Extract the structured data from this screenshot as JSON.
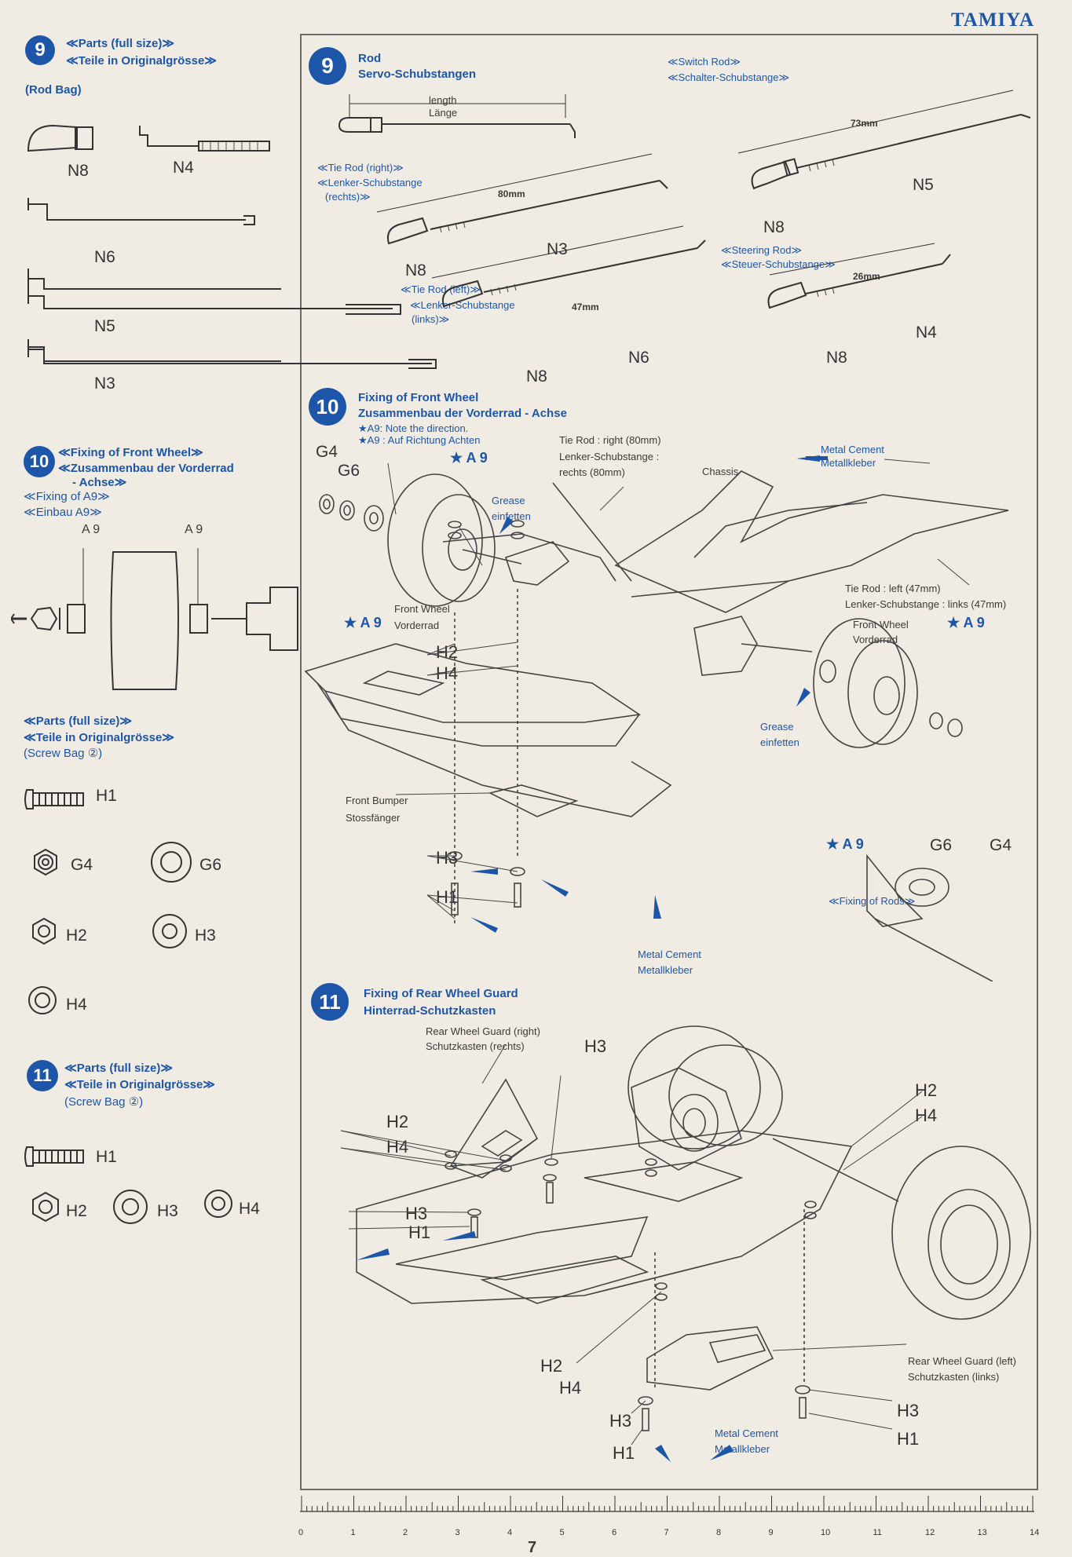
{
  "brand": "TAMIYA",
  "page_number": "7",
  "left": {
    "step9": {
      "badge": "9",
      "title_en": "≪Parts (full size)≫",
      "title_de": "≪Teile in Originalgrösse≫",
      "bag": "(Rod Bag)",
      "parts": [
        "N8",
        "N4",
        "N6",
        "N5",
        "N3"
      ]
    },
    "step10": {
      "badge": "10",
      "title_en": "≪Fixing of Front Wheel≫",
      "title_de": "≪Zusammenbau der Vorderrad",
      "title_de2": "- Achse≫",
      "sub_en": "≪Fixing of A9≫",
      "sub_de": "≪Einbau A9≫",
      "a9_left": "A 9",
      "a9_right": "A 9"
    },
    "parts_screw1": {
      "title_en": "≪Parts (full size)≫",
      "title_de": "≪Teile in Originalgrösse≫",
      "bag": "(Screw Bag ②)",
      "parts": [
        "H1",
        "G4",
        "G6",
        "H2",
        "H3",
        "H4"
      ]
    },
    "step11": {
      "badge": "11",
      "title_en": "≪Parts (full size)≫",
      "title_de": "≪Teile in Originalgrösse≫",
      "bag": "(Screw Bag ②)",
      "parts": [
        "H1",
        "H2",
        "H3",
        "H4"
      ]
    }
  },
  "right": {
    "step9": {
      "badge": "9",
      "title_en": "Rod",
      "title_de": "Servo-Schubstangen",
      "length_en": "length",
      "length_de": "Länge",
      "switch_rod": "≪Switch Rod≫",
      "switch_rod_de": "≪Schalter-Schubstange≫",
      "tie_rod_right": "≪Tie Rod (right)≫",
      "tie_rod_right_de": "≪Lenker-Schubstange",
      "tie_rod_right_de2": "(rechts)≫",
      "tie_rod_left": "≪Tie Rod (left)≫",
      "tie_rod_left_de": "≪Lenker-Schubstange",
      "tie_rod_left_de2": "(links)≫",
      "steering_rod": "≪Steering Rod≫",
      "steering_rod_de": "≪Steuer-Schubstange≫",
      "dim_73": "73mm",
      "dim_80": "80mm",
      "dim_47": "47mm",
      "dim_26": "26mm",
      "labels": [
        "N8",
        "N5",
        "N8",
        "N3",
        "N8",
        "N6",
        "N8",
        "N4"
      ]
    },
    "step10": {
      "badge": "10",
      "title_en": "Fixing of Front Wheel",
      "title_de": "Zusammenbau der Vorderrad - Achse",
      "note_en": "★A9: Note the direction.",
      "note_de": "★A9 : Auf Richtung Achten",
      "tie_rod_right": "Tie Rod : right (80mm)",
      "tie_rod_right_de": "Lenker-Schubstange :",
      "tie_rod_right_de2": "rechts (80mm)",
      "chassis": "Chassis",
      "metal_cement": "Metal Cement",
      "metal_cement_de": "Metallkleber",
      "grease": "Grease",
      "grease_de": "einfetten",
      "front_wheel": "Front Wheel",
      "front_wheel_de": "Vorderrad",
      "tie_rod_left": "Tie Rod : left (47mm)",
      "tie_rod_left_de": "Lenker-Schubstange : links (47mm)",
      "front_bumper": "Front Bumper",
      "front_bumper_de": "Stossfänger",
      "fixing_rods": "≪Fixing of Rods≫",
      "a9": "★ A 9",
      "labels": {
        "g4": "G4",
        "g6": "G6",
        "h2": "H2",
        "h4": "H4",
        "h3": "H3",
        "h1": "H1"
      }
    },
    "step11": {
      "badge": "11",
      "title_en": "Fixing of Rear Wheel Guard",
      "title_de": "Hinterrad-Schutzkasten",
      "guard_right": "Rear Wheel Guard (right)",
      "guard_right_de": "Schutzkasten (rechts)",
      "guard_left": "Rear Wheel Guard (left)",
      "guard_left_de": "Schutzkasten (links)",
      "metal_cement": "Metal Cement",
      "metal_cement_de": "Metallkleber",
      "labels": {
        "h1": "H1",
        "h2": "H2",
        "h3": "H3",
        "h4": "H4"
      }
    }
  },
  "ruler": {
    "ticks": [
      "0",
      "1",
      "2",
      "3",
      "4",
      "5",
      "6",
      "7",
      "8",
      "9",
      "10",
      "11",
      "12",
      "13",
      "14"
    ]
  }
}
